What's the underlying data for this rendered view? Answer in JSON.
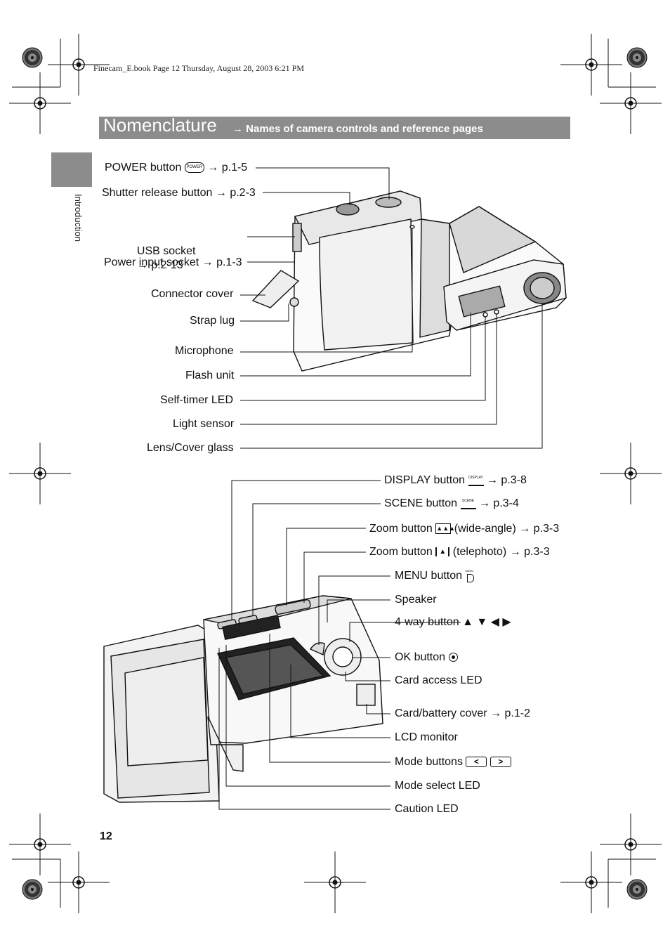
{
  "header": {
    "file_info": "Finecam_E.book  Page 12  Thursday, August 28, 2003  6:21 PM"
  },
  "title": {
    "main": "Nomenclature",
    "arrow": "→",
    "sub": "Names of camera controls and reference pages"
  },
  "side_tab": {
    "label": "Introduction"
  },
  "front_labels": [
    {
      "key": "power",
      "text": "POWER button",
      "icon": "power-button-icon",
      "icon_text": "POWER",
      "ref": "→ p.1-5"
    },
    {
      "key": "shutter",
      "text": "Shutter release button",
      "ref": "→ p.2-3"
    },
    {
      "key": "usb",
      "text": "USB socket ",
      "ref": "→ p.2-13"
    },
    {
      "key": "power_input",
      "text": "Power input socket",
      "ref": "→ p.1-3"
    },
    {
      "key": "connector",
      "text": "Connector cover",
      "ref": ""
    },
    {
      "key": "strap",
      "text": "Strap lug",
      "ref": ""
    },
    {
      "key": "microphone",
      "text": "Microphone",
      "ref": ""
    },
    {
      "key": "flash",
      "text": "Flash unit",
      "ref": ""
    },
    {
      "key": "selftimer",
      "text": "Self-timer LED",
      "ref": ""
    },
    {
      "key": "lightsensor",
      "text": "Light sensor",
      "ref": ""
    },
    {
      "key": "lens",
      "text": "Lens/Cover glass",
      "ref": ""
    }
  ],
  "back_labels": [
    {
      "key": "display",
      "text": "DISPLAY button",
      "icon_text": "DISPLAY",
      "ref": "→ p.3-8"
    },
    {
      "key": "scene",
      "text": "SCENE button",
      "icon_text": "SCENE",
      "ref": "→ p.3-4"
    },
    {
      "key": "zoom_wide",
      "text": "Zoom button",
      "suffix": "(wide-angle)",
      "ref": "→ p.3-3"
    },
    {
      "key": "zoom_tele",
      "text": "Zoom button",
      "suffix": "(telephoto)",
      "ref": "→ p.3-3"
    },
    {
      "key": "menu",
      "text": "MENU button",
      "icon_text": "MENU"
    },
    {
      "key": "speaker",
      "text": "Speaker"
    },
    {
      "key": "fourway",
      "text": "4-way button",
      "arrows": "▲ ▼ ◀ ▶"
    },
    {
      "key": "ok",
      "text": "OK button"
    },
    {
      "key": "cardled",
      "text": "Card access LED"
    },
    {
      "key": "cardcover",
      "text": "Card/battery cover",
      "ref": "→ p.1-2"
    },
    {
      "key": "lcd",
      "text": "LCD monitor"
    },
    {
      "key": "mode",
      "text": "Mode buttons",
      "btn_left": "<",
      "btn_right": ">"
    },
    {
      "key": "modeled",
      "text": "Mode select LED"
    },
    {
      "key": "caution",
      "text": "Caution LED"
    }
  ],
  "page_number": "12",
  "colors": {
    "title_bar": "#8c8c8c",
    "side_tab": "#8c8c8c",
    "line": "#111111"
  }
}
